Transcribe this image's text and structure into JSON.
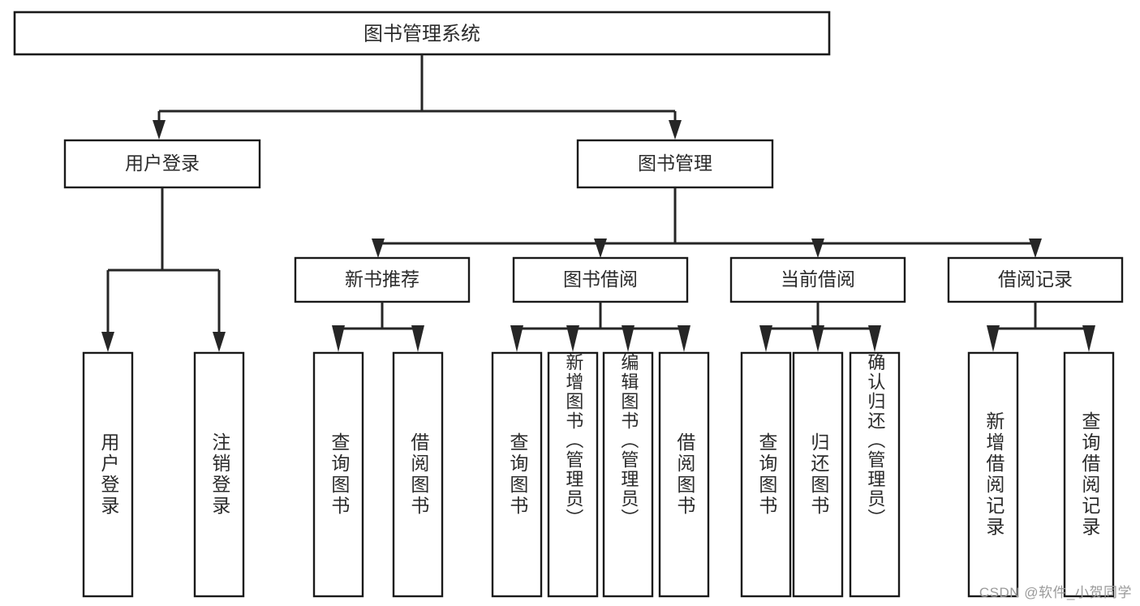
{
  "diagram": {
    "title": "图书管理系统",
    "type": "tree-hierarchy",
    "root": {
      "label": "图书管理系统"
    },
    "level2": [
      {
        "label": "用户登录"
      },
      {
        "label": "图书管理"
      }
    ],
    "level3": [
      {
        "label": "新书推荐"
      },
      {
        "label": "图书借阅"
      },
      {
        "label": "当前借阅"
      },
      {
        "label": "借阅记录"
      }
    ],
    "leaves": {
      "user_login": [
        {
          "label": "用户登录"
        },
        {
          "label": "注销登录"
        }
      ],
      "new_book_recommend": [
        {
          "label": "查询图书"
        },
        {
          "label": "借阅图书"
        }
      ],
      "book_borrow": [
        {
          "label": "查询图书"
        },
        {
          "label": "新增图书（管理员）"
        },
        {
          "label": "编辑图书（管理员）"
        },
        {
          "label": "借阅图书"
        }
      ],
      "current_borrow": [
        {
          "label": "查询图书"
        },
        {
          "label": "归还图书"
        },
        {
          "label": "确认归还（管理员）"
        }
      ],
      "borrow_record": [
        {
          "label": "新增借阅记录"
        },
        {
          "label": "查询借阅记录"
        }
      ]
    }
  },
  "watermark": {
    "text": "CSDN @软件_小贺同学"
  },
  "colors": {
    "box_stroke": "#1a1a1a",
    "connector": "#262626",
    "text": "#2b2b2b",
    "background": "#ffffff",
    "watermark": "#9a9a9a"
  }
}
